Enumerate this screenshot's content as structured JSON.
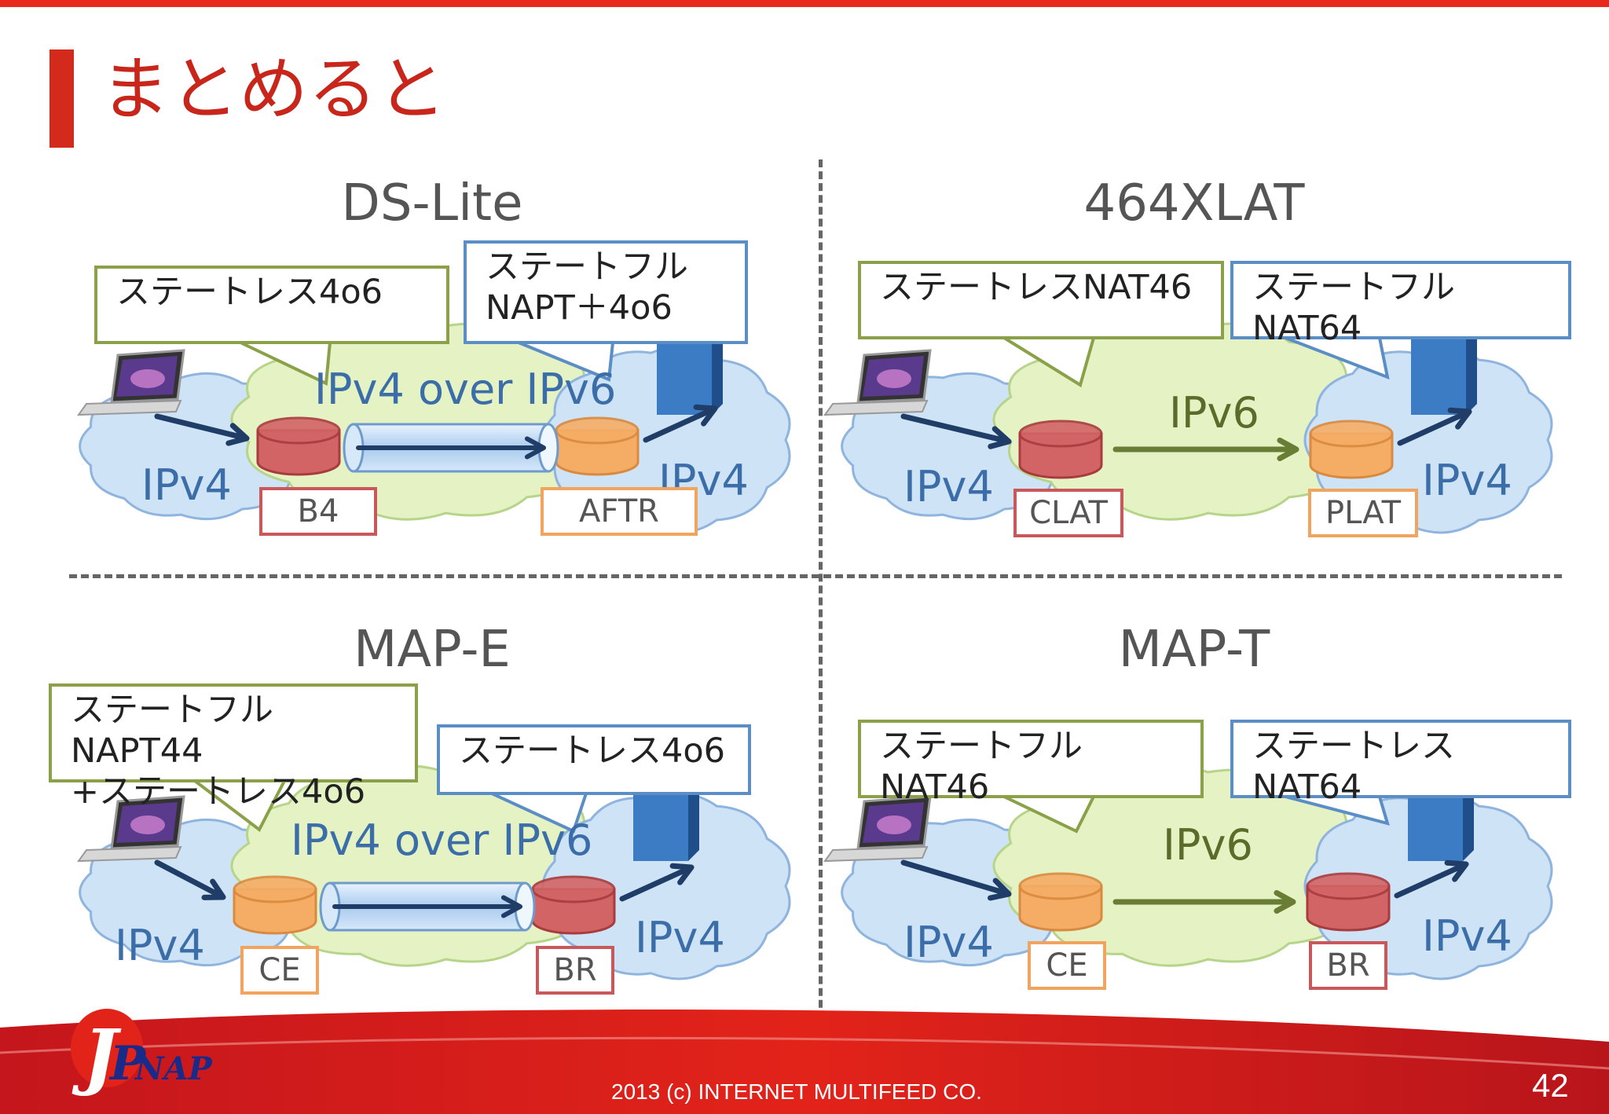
{
  "slide": {
    "title": "まとめると",
    "page_number": "42",
    "copyright": "2013 (c) INTERNET MULTIFEED CO."
  },
  "colors": {
    "accent_red": "#d32a1c",
    "callout_green": "#8aa149",
    "callout_blue": "#5b8ec5",
    "node_red": "#c8585a",
    "node_orange": "#f0a45d",
    "cloud_blue": "#cfe3f6",
    "cloud_green": "#e4f2c4"
  },
  "logo": {
    "text": "JPNAP"
  },
  "quadrants": [
    {
      "title": "DS-Lite",
      "callout_left": "ステートレス4o6",
      "callout_right": "ステートフル\nNAPT＋4o6",
      "middle_label": "IPv4 over IPv6",
      "left_net": "IPv4",
      "right_net": "IPv4",
      "node_left": "B4",
      "node_right": "AFTR",
      "node_left_color": "red",
      "node_right_color": "orange",
      "link": "tunnel"
    },
    {
      "title": "464XLAT",
      "callout_left": "ステートレスNAT46",
      "callout_right": "ステートフルNAT64",
      "middle_label": "IPv6",
      "left_net": "IPv4",
      "right_net": "IPv4",
      "node_left": "CLAT",
      "node_right": "PLAT",
      "node_left_color": "red",
      "node_right_color": "orange",
      "link": "arrow"
    },
    {
      "title": "MAP-E",
      "callout_left": "ステートフルNAPT44\n+ステートレス4o6",
      "callout_right": "ステートレス4o6",
      "middle_label": "IPv4 over IPv6",
      "left_net": "IPv4",
      "right_net": "IPv4",
      "node_left": "CE",
      "node_right": "BR",
      "node_left_color": "orange",
      "node_right_color": "red",
      "link": "tunnel"
    },
    {
      "title": "MAP-T",
      "callout_left": "ステートフルNAT46",
      "callout_right": "ステートレスNAT64",
      "middle_label": "IPv6",
      "left_net": "IPv4",
      "right_net": "IPv4",
      "node_left": "CE",
      "node_right": "BR",
      "node_left_color": "orange",
      "node_right_color": "red",
      "link": "arrow"
    }
  ]
}
